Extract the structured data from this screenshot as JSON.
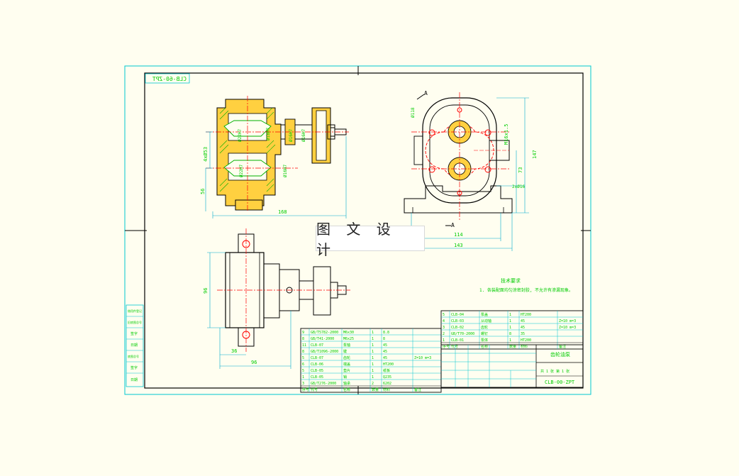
{
  "colors": {
    "background": "#fffef0",
    "border": "#00c8d0",
    "outline": "#000000",
    "center_line": "#ff0000",
    "dimension": "#00aacc",
    "hatch": "#00b000",
    "material": "#ffd040",
    "table_text": "#00cc00"
  },
  "drawing_no_mirrored": "CLB-60-ZPT",
  "watermark": "图 文 设 计",
  "section_marks": [
    "A",
    "A"
  ],
  "front_view": {
    "dims": {
      "width": "168",
      "height_left": "4xØ53",
      "base": "56"
    },
    "callouts": [
      "Ø22H7",
      "Ø18H7",
      "Ø16H7",
      "Ø16H7",
      "Ø22H7",
      "Ø16H7"
    ]
  },
  "side_view": {
    "dims": {
      "d1": "Ø118",
      "d2": "M16x1.5",
      "h1": "147",
      "h2": "73",
      "w1": "114",
      "w2": "143",
      "holes": "2xØ16"
    }
  },
  "top_view": {
    "dims": {
      "h": "96",
      "w1": "36",
      "w2": "96"
    }
  },
  "technical_requirements": {
    "title": "技术要求",
    "line1": "1. 各装配面均匀涂密封胶, 不允许有渗漏现象。"
  },
  "left_strip": [
    "借用件登记",
    "旧底图总号",
    "签字",
    "日期",
    "底图总号",
    "签字",
    "日期"
  ],
  "parts_list_left": [
    [
      "9",
      "GB/T5782-2000",
      "M6x30",
      "1",
      "8.8",
      ""
    ],
    [
      "8",
      "GB/T41-2000",
      "M6x25",
      "1",
      "8",
      ""
    ],
    [
      "11",
      "CLB-07",
      "泵轴",
      "1",
      "45",
      ""
    ],
    [
      "8",
      "GB/T1096-2000",
      "键",
      "1",
      "45",
      ""
    ],
    [
      "5",
      "CLB-07",
      "齿轮",
      "1",
      "45",
      "Z=10 m=3"
    ],
    [
      "6",
      "CLB-06",
      "端盖",
      "1",
      "HT200",
      ""
    ],
    [
      "5",
      "CLB-05",
      "垫片",
      "1",
      "纸板",
      ""
    ],
    [
      "1",
      "CLB-05",
      "销",
      "1",
      "Q235",
      ""
    ],
    [
      "3",
      "GB/T276-2000",
      "轴承",
      "2",
      "6202",
      ""
    ]
  ],
  "parts_list_left_header": [
    "序号",
    "代号",
    "名称",
    "数量",
    "材料",
    "备注"
  ],
  "parts_list_right": [
    [
      "5",
      "CLB-04",
      "泵盖",
      "1",
      "HT200",
      ""
    ],
    [
      "4",
      "CLB-03",
      "从动轴",
      "1",
      "45",
      "Z=10 m=3"
    ],
    [
      "3",
      "CLB-02",
      "齿轮",
      "1",
      "45",
      "Z=10 m=3"
    ],
    [
      "2",
      "GB/T70-2000",
      "螺钉",
      "8",
      "35",
      ""
    ],
    [
      "1",
      "CLB-01",
      "泵体",
      "1",
      "HT200",
      ""
    ]
  ],
  "parts_list_right_header": [
    "序号",
    "代号",
    "名称",
    "数量",
    "材料",
    "备注"
  ],
  "title_block": {
    "name": "齿轮油泵",
    "drawing_no": "CLB-00-ZPT",
    "sheet": "共 1 张  第 1 张"
  }
}
